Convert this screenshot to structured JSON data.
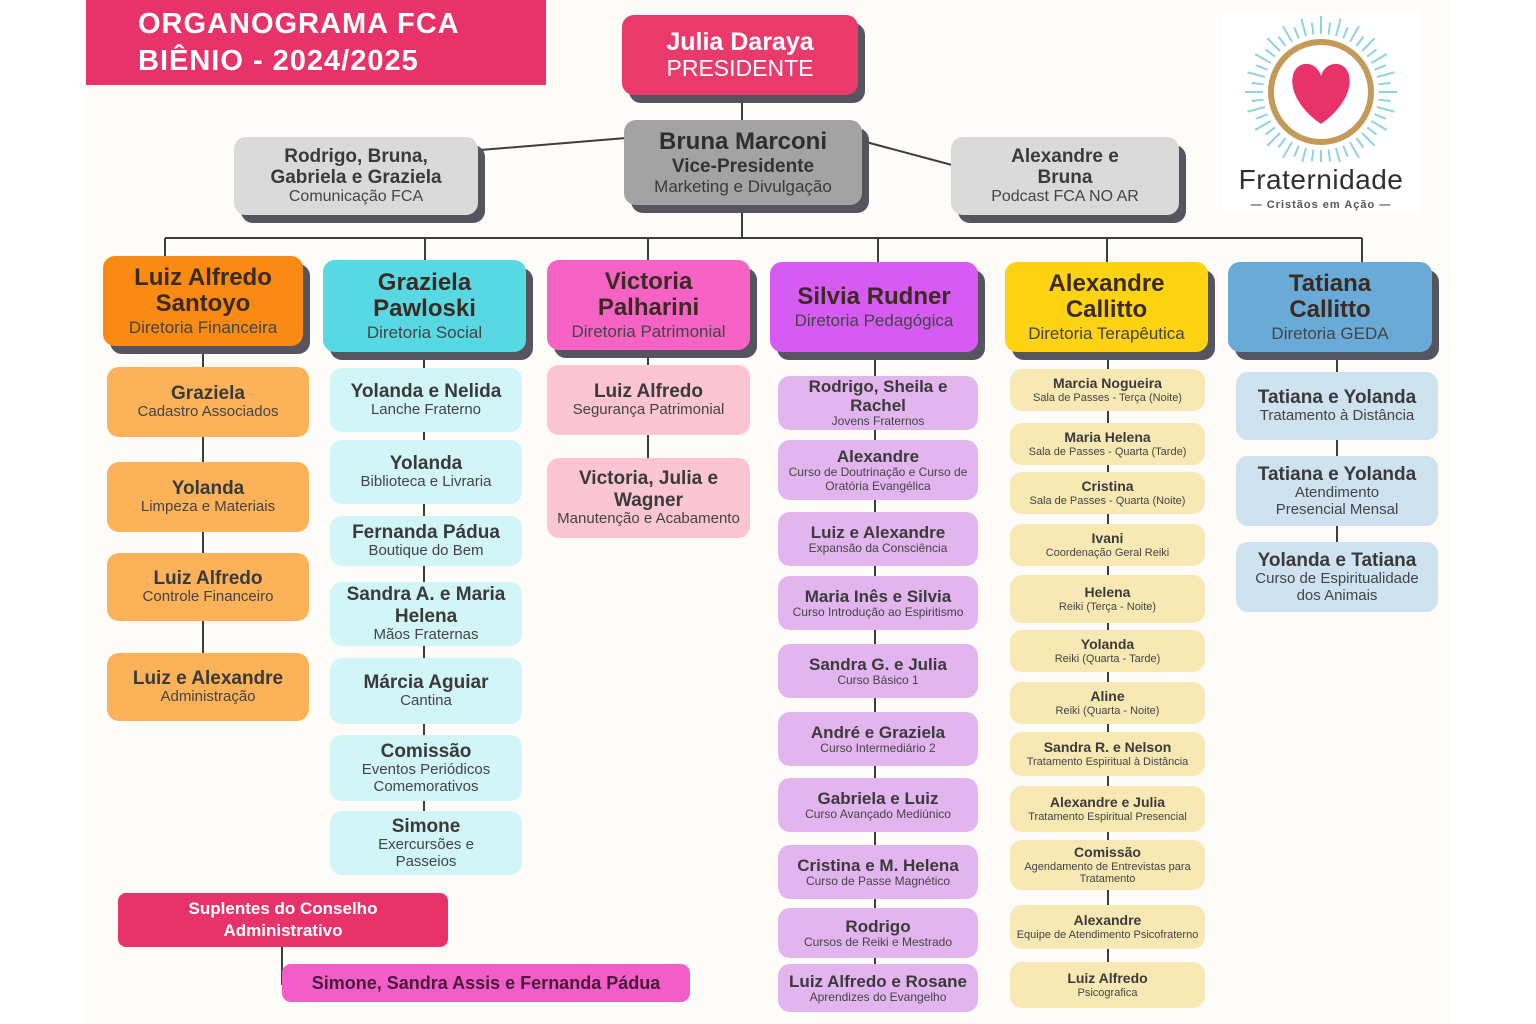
{
  "title": {
    "line1": "ORGANOGRAMA FCA",
    "line2": "BIÊNIO - 2024/2025"
  },
  "logo": {
    "icon": "heart-sun-icon",
    "name": "Fraternidade",
    "tagline": "— Cristãos em Ação —",
    "colors": {
      "heart": "#e8336a",
      "ring": "#c49a5a",
      "rays": "#8fd3dd"
    }
  },
  "president": {
    "name": "Julia Daraya",
    "role": "PRESIDENTE"
  },
  "vice_president": {
    "name": "Bruna Marconi",
    "title": "Vice-Presidente",
    "role": "Marketing e Divulgação"
  },
  "side_teams": [
    {
      "name": "Rodrigo, Bruna, Gabriela e Graziela",
      "role": "Comunicação FCA"
    },
    {
      "name": "Alexandre e Bruna",
      "role": "Podcast FCA NO AR"
    }
  ],
  "directorates": [
    {
      "name": "Luiz Alfredo Santoyo",
      "role": "Diretoria Financeira",
      "color": "#f98a14",
      "sub_color": "#fbb259",
      "items": [
        {
          "name": "Graziela",
          "role": "Cadastro Associados"
        },
        {
          "name": "Yolanda",
          "role": "Limpeza e Materiais"
        },
        {
          "name": "Luiz Alfredo",
          "role": "Controle Financeiro"
        },
        {
          "name": "Luiz e Alexandre",
          "role": "Administração"
        }
      ]
    },
    {
      "name": "Graziela Pawloski",
      "role": "Diretoria Social",
      "color": "#58d8e2",
      "sub_color": "#d2f5f8",
      "items": [
        {
          "name": "Yolanda e Nelida",
          "role": "Lanche Fraterno"
        },
        {
          "name": "Yolanda",
          "role": "Biblioteca e Livraria"
        },
        {
          "name": "Fernanda Pádua",
          "role": "Boutique do Bem"
        },
        {
          "name": "Sandra A. e Maria Helena",
          "role": "Mãos Fraternas"
        },
        {
          "name": "Márcia Aguiar",
          "role": "Cantina"
        },
        {
          "name": "Comissão",
          "role": "Eventos Periódicos Comemorativos"
        },
        {
          "name": "Simone",
          "role": "Exercursões e Passeios"
        }
      ]
    },
    {
      "name": "Victoria Palharini",
      "role": "Diretoria Patrimonial",
      "color": "#f763c4",
      "sub_color": "#fbc5d4",
      "items": [
        {
          "name": "Luiz Alfredo",
          "role": "Segurança Patrimonial"
        },
        {
          "name": "Victoria, Julia e Wagner",
          "role": "Manutenção e Acabamento"
        }
      ]
    },
    {
      "name": "Silvia Rudner",
      "role": "Diretoria Pedagógica",
      "color": "#d55bf3",
      "sub_color": "#e2b5ee",
      "items": [
        {
          "name": "Rodrigo, Sheila e Rachel",
          "role": "Jovens Fraternos"
        },
        {
          "name": "Alexandre",
          "role": "Curso de Doutrinação e Curso de Oratória Evangélica"
        },
        {
          "name": "Luiz e Alexandre",
          "role": "Expansão da Consciência"
        },
        {
          "name": "Maria Inês e Silvia",
          "role": "Curso Introdução ao Espiritismo"
        },
        {
          "name": "Sandra G. e Julia",
          "role": "Curso Básico 1"
        },
        {
          "name": "André e Graziela",
          "role": "Curso Intermediário 2"
        },
        {
          "name": "Gabriela e Luiz",
          "role": "Curso Avançado Mediúnico"
        },
        {
          "name": "Cristina e M. Helena",
          "role": "Curso de Passe Magnético"
        },
        {
          "name": "Rodrigo",
          "role": "Cursos de Reiki e Mestrado"
        },
        {
          "name": "Luiz Alfredo e Rosane",
          "role": "Aprendizes do Evangelho"
        }
      ]
    },
    {
      "name": "Alexandre Callitto",
      "role": "Diretoria Terapêutica",
      "color": "#fdd313",
      "sub_color": "#f8e9b4",
      "items": [
        {
          "name": "Marcia Nogueira",
          "role": "Sala de Passes - Terça (Noite)"
        },
        {
          "name": "Maria Helena",
          "role": "Sala de Passes - Quarta (Tarde)"
        },
        {
          "name": "Cristina",
          "role": "Sala de Passes - Quarta (Noite)"
        },
        {
          "name": "Ivani",
          "role": "Coordenação Geral Reiki"
        },
        {
          "name": "Helena",
          "role": "Reiki (Terça - Noite)"
        },
        {
          "name": "Yolanda",
          "role": "Reiki (Quarta - Tarde)"
        },
        {
          "name": "Aline",
          "role": "Reiki (Quarta - Noite)"
        },
        {
          "name": "Sandra R. e Nelson",
          "role": "Tratamento Espiritual à Distância"
        },
        {
          "name": "Alexandre e Julia",
          "role": "Tratamento Espiritual Presencial"
        },
        {
          "name": "Comissão",
          "role": "Agendamento de Entrevistas para Tratamento"
        },
        {
          "name": "Alexandre",
          "role": "Equipe de Atendimento Psicofraterno"
        },
        {
          "name": "Luiz Alfredo",
          "role": "Psicografica"
        }
      ]
    },
    {
      "name": "Tatiana Callitto",
      "role": "Diretoria GEDA",
      "color": "#6aaad6",
      "sub_color": "#cfe2f0",
      "items": [
        {
          "name": "Tatiana e Yolanda",
          "role": "Tratamento à Distância"
        },
        {
          "name": "Tatiana e Yolanda",
          "role": "Atendimento Presencial Mensal"
        },
        {
          "name": "Yolanda e Tatiana",
          "role": "Curso de Espiritualidade dos Animais"
        }
      ]
    }
  ],
  "suplentes": {
    "title": "Suplentes do Conselho Administrativo",
    "members": "Simone, Sandra Assis e Fernanda Pádua"
  }
}
